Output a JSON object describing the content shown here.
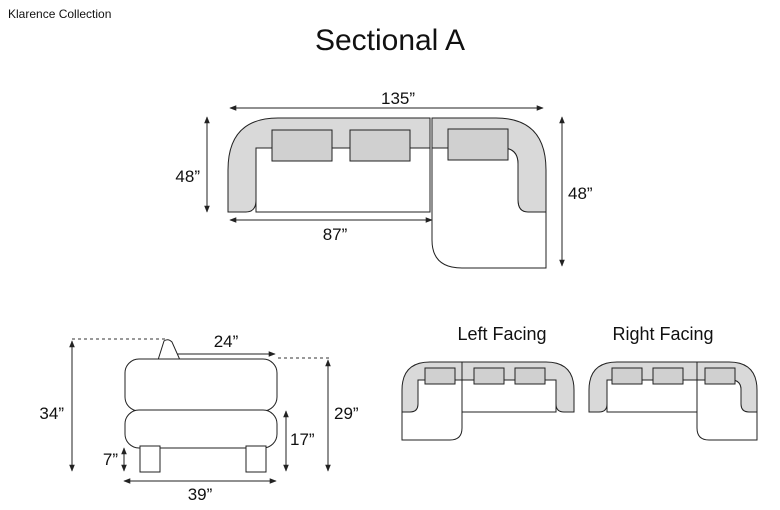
{
  "brand": "Klarence Collection",
  "title": "Sectional A",
  "top_view": {
    "overall_width": "135”",
    "left_depth": "48”",
    "right_depth": "48”",
    "sofa_width": "87”"
  },
  "side_view": {
    "back_cushion_depth": "24”",
    "overall_height": "34”",
    "arm_height": "29”",
    "seat_height": "17”",
    "leg_height": "7”",
    "overall_depth": "39”"
  },
  "configurations": {
    "left_label": "Left Facing",
    "right_label": "Right Facing"
  }
}
